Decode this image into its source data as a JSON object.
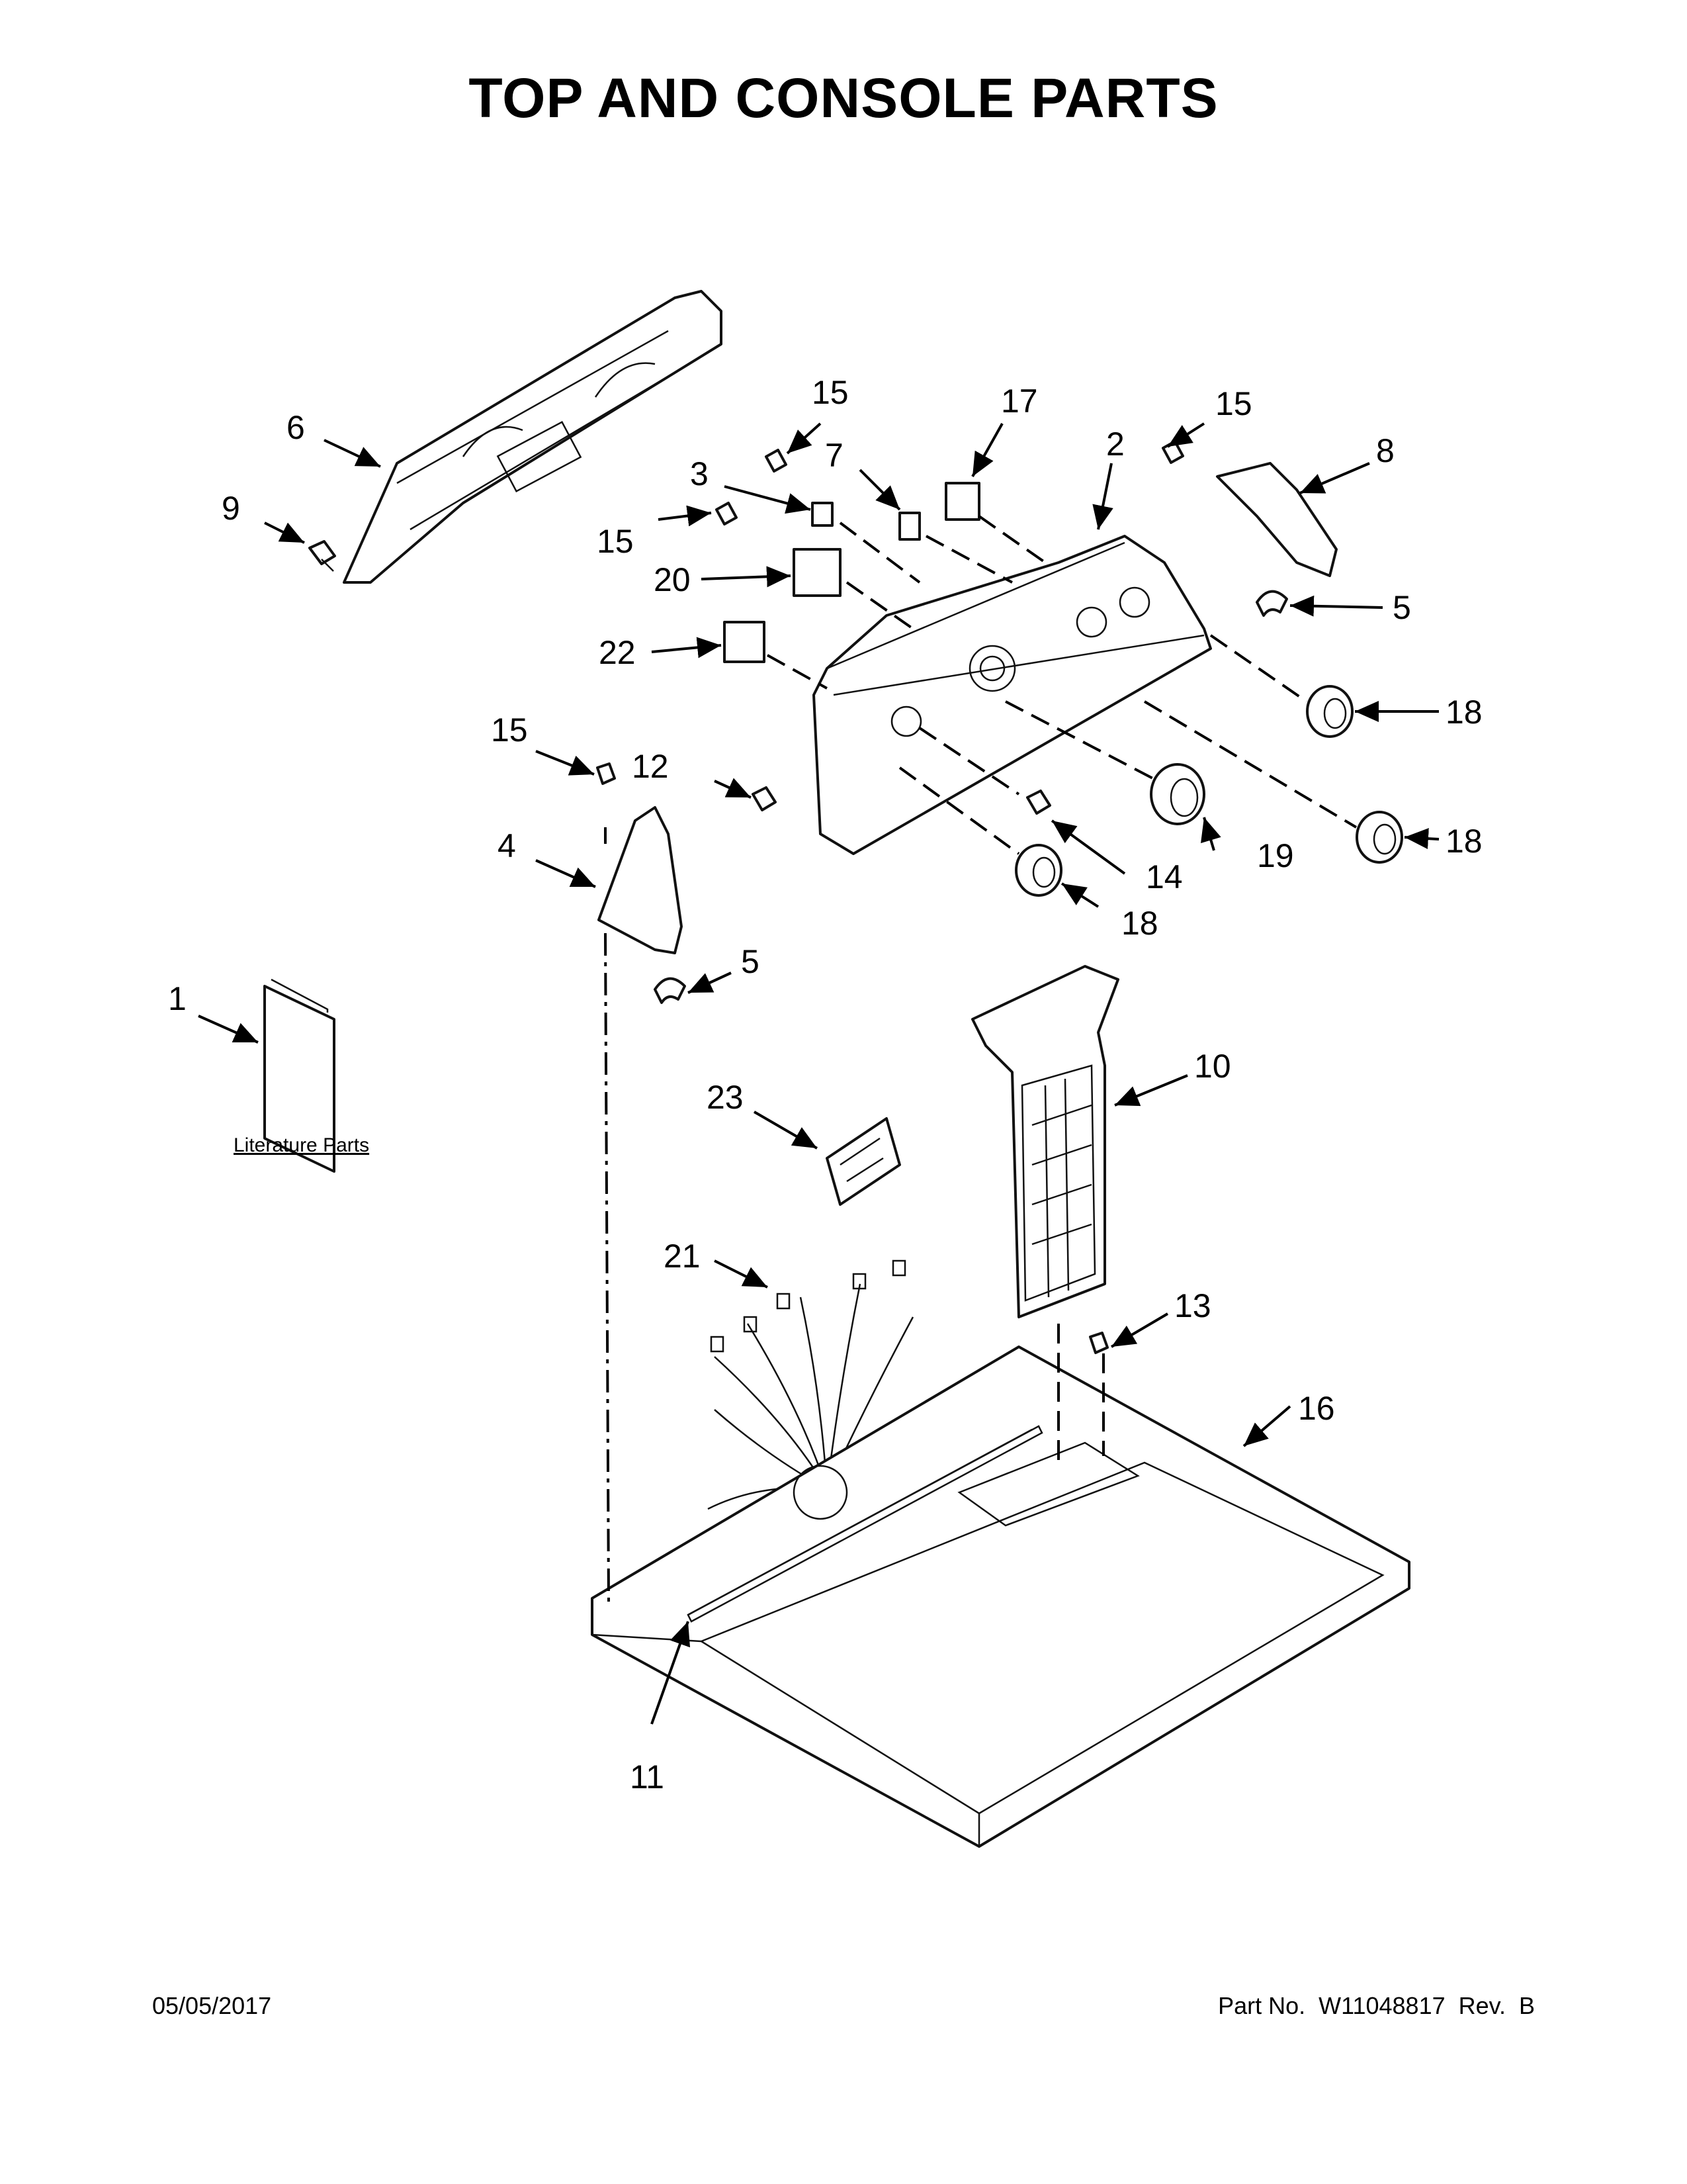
{
  "title": "TOP AND CONSOLE PARTS",
  "callouts": {
    "c1": "1",
    "c2": "2",
    "c3": "3",
    "c4": "4",
    "c5a": "5",
    "c5b": "5",
    "c6": "6",
    "c7": "7",
    "c8": "8",
    "c9": "9",
    "c10": "10",
    "c11": "11",
    "c12": "12",
    "c13": "13",
    "c14": "14",
    "c15a": "15",
    "c15b": "15",
    "c15c": "15",
    "c15d": "15",
    "c16": "16",
    "c17": "17",
    "c18a": "18",
    "c18b": "18",
    "c18c": "18",
    "c19": "19",
    "c20": "20",
    "c21": "21",
    "c22": "22",
    "c23": "23"
  },
  "literature_label": "Literature Parts",
  "footer": {
    "date": "05/05/2017",
    "part_number": "Part No.  W11048817  Rev.  B"
  }
}
